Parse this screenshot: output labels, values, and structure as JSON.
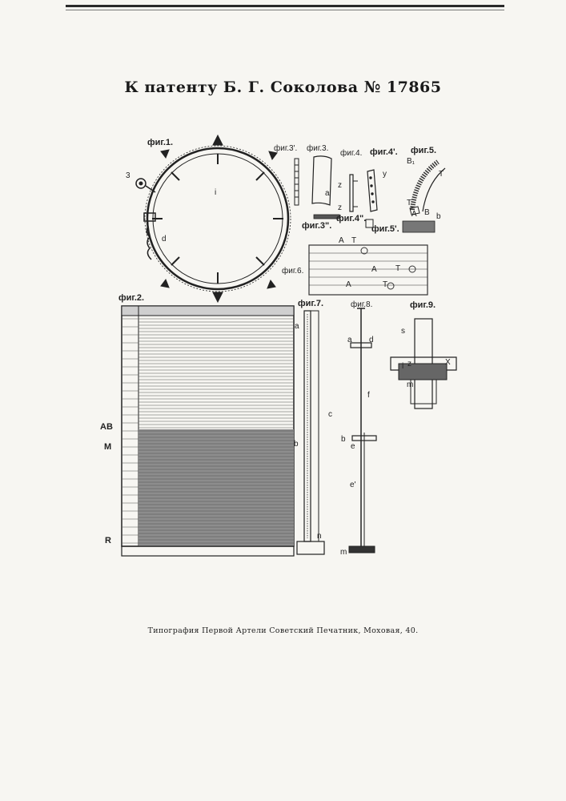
{
  "header": {
    "title": "К патенту Б. Г. Соколова № 17865"
  },
  "figures": {
    "fig1": "фиг.1.",
    "fig2": "фиг.2.",
    "fig3a": "фиг.3'.",
    "fig3": "фиг.3.",
    "fig3b": "фиг.3\".",
    "fig4": "фиг.4.",
    "fig4a": "фиг.4'.",
    "fig4b": "фиг.4\".",
    "fig5": "фиг.5.",
    "fig5a": "фиг.5'.",
    "fig6": "фиг.6.",
    "fig7": "фиг.7.",
    "fig8": "фиг.8.",
    "fig9": "фиг.9."
  },
  "letters": {
    "i": "i",
    "d": "d",
    "a": "a",
    "z": "z",
    "y": "y",
    "T": "T",
    "A": "A",
    "B": "B",
    "b": "b",
    "c": "c",
    "e": "e",
    "e1": "e'",
    "f": "f",
    "n": "n",
    "m": "m",
    "x": "X",
    "AB": "AB",
    "M": "M",
    "R": "R",
    "B1": "B₁",
    "s": "s",
    "three": "3"
  },
  "footer": {
    "text": "Типография Первой Артели Советский Печатник, Моховая, 40."
  }
}
